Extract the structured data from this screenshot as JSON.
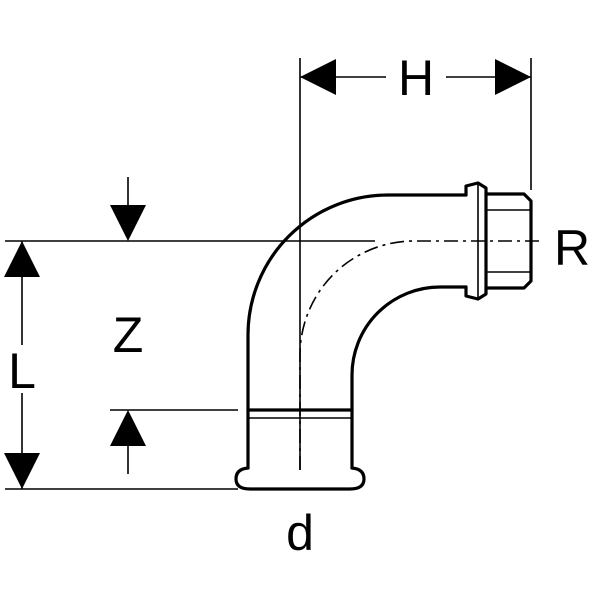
{
  "labels": {
    "H": "H",
    "R": "R",
    "Z": "Z",
    "L": "L",
    "d": "d"
  },
  "colors": {
    "line": "#000000",
    "background": "#ffffff"
  }
}
